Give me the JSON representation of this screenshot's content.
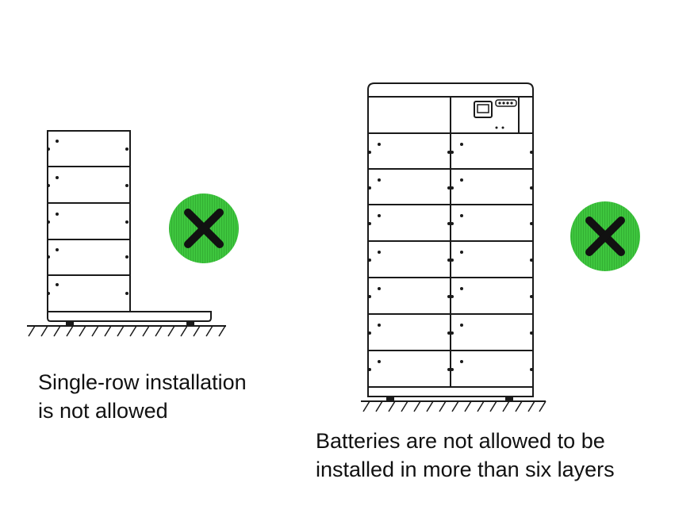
{
  "colors": {
    "line": "#1a1a1a",
    "mark_fill": "#3ec63e",
    "mark_stripe": "#2fa82f",
    "cross": "#111111"
  },
  "left_example": {
    "stack_layers": 5,
    "icon": "cross-icon",
    "caption_lines": [
      "Single-row installation",
      "is not allowed"
    ]
  },
  "right_example": {
    "stack_layers": 7,
    "columns": 2,
    "icon": "cross-icon",
    "caption_lines": [
      "Batteries are not allowed to be",
      "installed in more than six layers"
    ]
  }
}
